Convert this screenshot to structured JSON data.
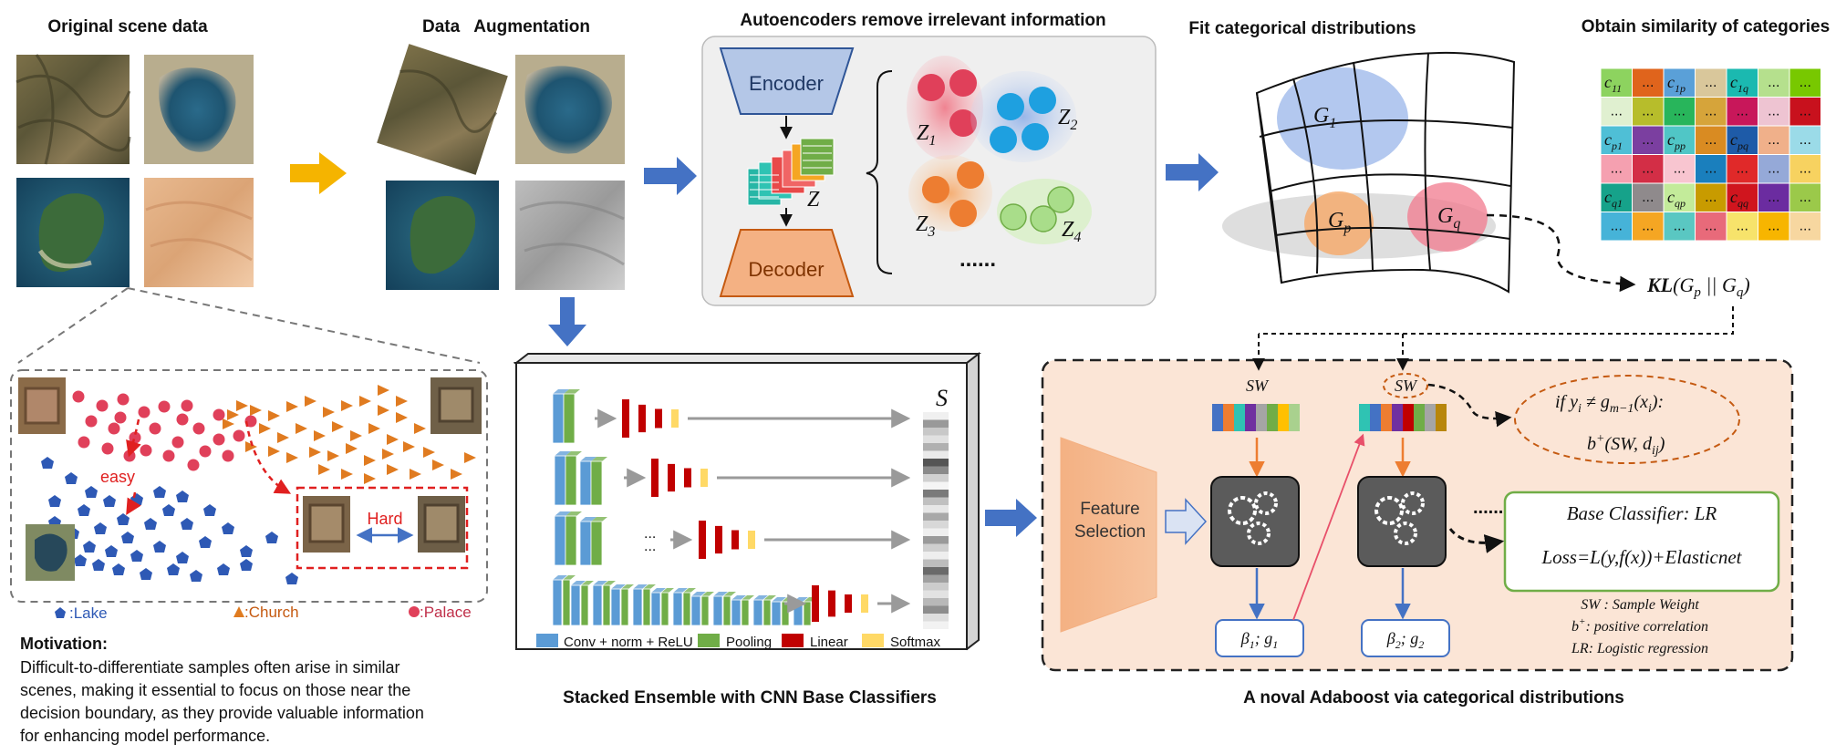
{
  "titles": {
    "original": "Original scene data",
    "augmentation": "Data   Augmentation",
    "autoencoder": "Autoencoders remove irrelevant information",
    "fit": "Fit categorical distributions",
    "similarity": "Obtain similarity of categories",
    "stacked": "Stacked Ensemble with CNN Base Classifiers",
    "adaboost": "A noval Adaboost via categorical distributions"
  },
  "autoencoder": {
    "encoder": "Encoder",
    "decoder": "Decoder",
    "z": "Z",
    "z1": "Z1",
    "z2": "Z2",
    "z3": "Z3",
    "z4": "Z4",
    "dots": "......"
  },
  "distribution": {
    "g1": "G1",
    "gp": "Gp",
    "gq": "Gq",
    "kl": "KL(Gp || Gq)"
  },
  "matrix": {
    "c11": "c11",
    "c1p": "c1p",
    "c1q": "c1q",
    "cp1": "cp1",
    "cpp": "cpp",
    "cpq": "cpq",
    "cq1": "cq1",
    "cqp": "cqp",
    "cqq": "cqq",
    "ellipsis": "...",
    "colors": [
      [
        "#8dd35f",
        "#e0641c",
        "#5aa0d8",
        "#d9c79b",
        "#1bb9b0",
        "#b5e08d",
        "#78c800"
      ],
      [
        "#e0f0d0",
        "#b7bd2b",
        "#28b55b",
        "#d6a43a",
        "#c8175a",
        "#eec4d2",
        "#c8111d"
      ],
      [
        "#4fbfd6",
        "#7b3fa0",
        "#50c6c6",
        "#d98b22",
        "#1e5ba8",
        "#f0b08a",
        "#9bdbe8"
      ],
      [
        "#f5a0b0",
        "#d32e46",
        "#f8c5d0",
        "#1a7fbd",
        "#e02929",
        "#95a9d8",
        "#f7d260"
      ],
      [
        "#16a28a",
        "#8f8a8c",
        "#c3eb9a",
        "#c89b00",
        "#d0151e",
        "#6b2ca0",
        "#9bc94a"
      ],
      [
        "#46b3d8",
        "#f5a623",
        "#5ac7c2",
        "#e86a7a",
        "#f7e36b",
        "#f7b500",
        "#f7d7a0"
      ]
    ]
  },
  "motivation": {
    "easy": "easy",
    "hard": "Hard",
    "lake": ":Lake",
    "church": ":Church",
    "palace": ":Palace",
    "heading": "Motivation:",
    "line1": "Difficult-to-differentiate samples often arise in similar",
    "line2": "scenes, making it essential to focus on those near the",
    "line3": "decision boundary, as they provide valuable information",
    "line4": "for enhancing model performance."
  },
  "stacked": {
    "s": "S",
    "dots": "...",
    "legend_conv": "Conv + norm + ReLU",
    "legend_pool": "Pooling",
    "legend_linear": "Linear",
    "legend_softmax": "Softmax"
  },
  "adaboost": {
    "sw": "SW",
    "feature1": "Feature",
    "feature2": "Selection",
    "beta1": "β1; g1",
    "beta2": "β2; g2",
    "if_cond": "if  yi ≠ gm−1(xi):",
    "bplus": "b+(SW, dij)",
    "base_classifier": "Base Classifier: LR",
    "loss": "Loss=L(y,f(x))+Elasticnet",
    "dots": "......",
    "note1": "SW : Sample Weight",
    "note2": "b+:  positive correlation",
    "note3": "LR:  Logistic regression"
  },
  "colors": {
    "orange_arrow": "#f5b400",
    "blue_arrow": "#4472c4",
    "encoder_fill": "#b4c7e7",
    "decoder_fill": "#f4b183",
    "conv": "#5b9bd5",
    "pool": "#70ad47",
    "linear": "#c00000",
    "softmax": "#ffd966",
    "red_point": "#e0405a",
    "blue_point": "#2e59b5",
    "church": "#e07b20",
    "adaboost_bg": "#fbe5d6",
    "green_box": "#70ad47"
  }
}
